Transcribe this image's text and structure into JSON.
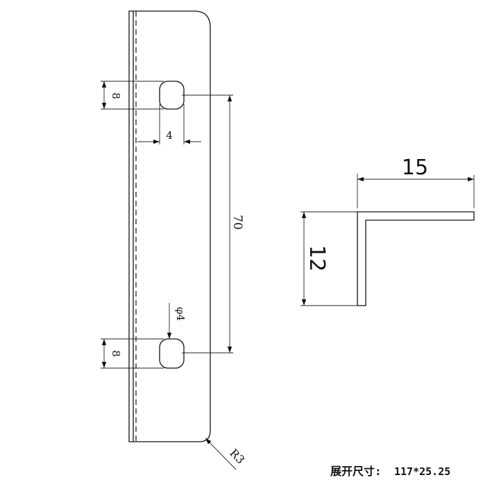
{
  "drawing": {
    "part_view": {
      "hole_height": "8",
      "hole_width": "4",
      "hole_spacing": "70",
      "hole_diameter": "φ4",
      "corner_radius": "R3"
    },
    "section_view": {
      "flange_width": "15",
      "flange_height": "12"
    },
    "note": {
      "label": "展开尺寸:",
      "value": "117*25.25"
    }
  },
  "colors": {
    "line": "#111111",
    "background": "#ffffff"
  }
}
